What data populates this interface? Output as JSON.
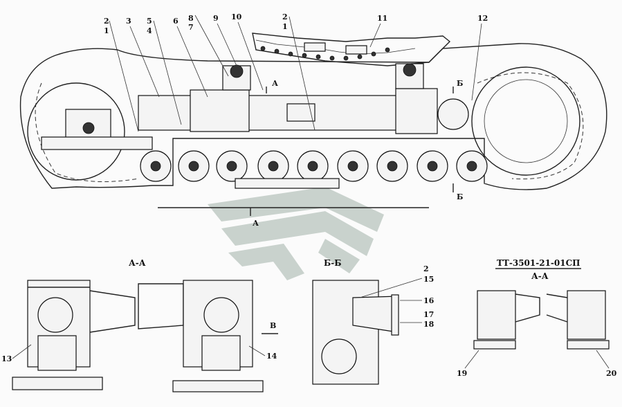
{
  "drawing": {
    "doc_code": "ТТ-3501-21-01СП",
    "sections": {
      "aa": "А-А",
      "bb": "Б-Б",
      "aa_alt": "А-А"
    },
    "cut_marks": {
      "a": "А",
      "b": "Б"
    },
    "view_mark": "В",
    "callouts_main": [
      "2",
      "1",
      "3",
      "5",
      "4",
      "6",
      "8",
      "7",
      "9",
      "10",
      "2",
      "1",
      "11",
      "12"
    ],
    "callouts_bottom": [
      "13",
      "14",
      "2",
      "15",
      "16",
      "17",
      "18",
      "19",
      "20"
    ]
  }
}
